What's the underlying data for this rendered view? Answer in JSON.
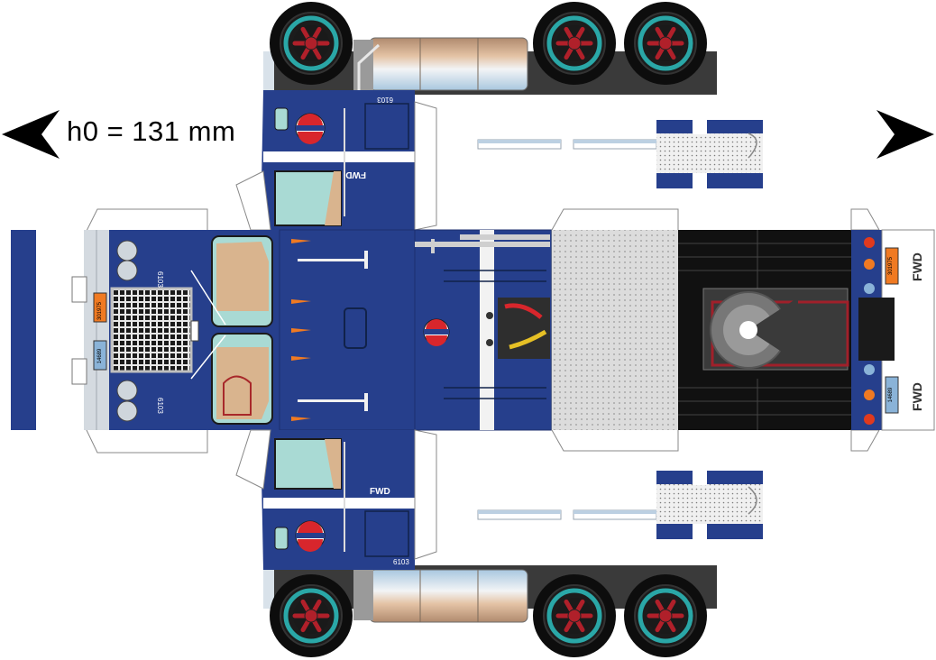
{
  "scale_label": "h0 = 131 mm",
  "brand_text": "FWD",
  "unit_number": "6103",
  "plate_number_left": "14689",
  "plate_number_right": "301975",
  "wheels": [
    {
      "name": "wheel-top-front"
    },
    {
      "name": "wheel-top-rear-1"
    },
    {
      "name": "wheel-top-rear-2"
    },
    {
      "name": "wheel-bottom-front"
    },
    {
      "name": "wheel-bottom-rear-1"
    },
    {
      "name": "wheel-bottom-rear-2"
    }
  ],
  "colors": {
    "cab_blue": "#263f8c",
    "cab_dark": "#1c2f6e",
    "window_teal": "#a9dad4",
    "window_tan": "#d9b48e",
    "tank_silver": "#c9cfd6",
    "tank_copper": "#c9a386",
    "deck_gray": "#d6d6d6",
    "frame_black": "#1a1a1a",
    "hub_teal": "#2aa7a7",
    "hub_red": "#b0202a",
    "light_red": "#e03a1e",
    "light_orange": "#f07a22",
    "light_blue": "#8ab3d8",
    "logo_red": "#d8262c",
    "arrow_black": "#000000"
  },
  "icons": [
    "arrow-left-icon",
    "arrow-right-icon",
    "emblem-logo-icon"
  ]
}
